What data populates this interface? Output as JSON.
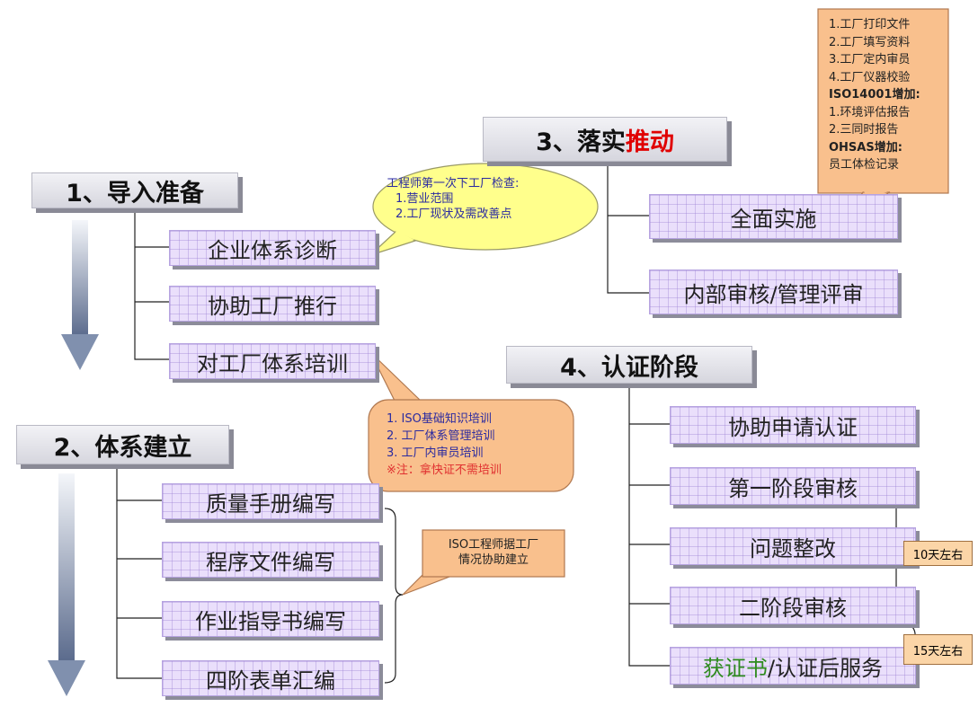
{
  "sections": {
    "s1": {
      "title": "1、导入准备",
      "items": [
        "企业体系诊断",
        "协助工厂推行",
        "对工厂体系培训"
      ]
    },
    "s2": {
      "title": "2、体系建立",
      "items": [
        "质量手册编写",
        "程序文件编写",
        "作业指导书编写",
        "四阶表单汇编"
      ]
    },
    "s3": {
      "title_a": "3、落实",
      "title_b": "推动",
      "items": [
        "全面实施",
        "内部审核/管理评审"
      ]
    },
    "s4": {
      "title": "4、认证阶段",
      "items": [
        "协助申请认证",
        "第一阶段审核",
        "问题整改",
        "二阶段审核"
      ],
      "last_a": "获证书",
      "last_b": "/认证后服务"
    }
  },
  "callouts": {
    "check": [
      "工程师第一次下工厂检查:",
      "1.营业范围",
      "2.工厂现状及需改善点"
    ],
    "training": [
      "1. ISO基础知识培训",
      "2. 工厂体系管理培训",
      "3. 工厂内审员培训",
      "※注：拿快证不需培训"
    ],
    "iso": [
      "ISO工程师据工厂",
      "情况协助建立"
    ],
    "factory": [
      "1.工厂打印文件",
      "2.工厂填写资料",
      "3.工厂定内审员",
      "4.工厂仪器校验",
      "ISO14001增加:",
      "1.环境评估报告",
      "2.三同时报告",
      "OHSAS增加:",
      "员工体检记录"
    ]
  },
  "tags": {
    "t10": "10天左右",
    "t15": "15天左右"
  }
}
